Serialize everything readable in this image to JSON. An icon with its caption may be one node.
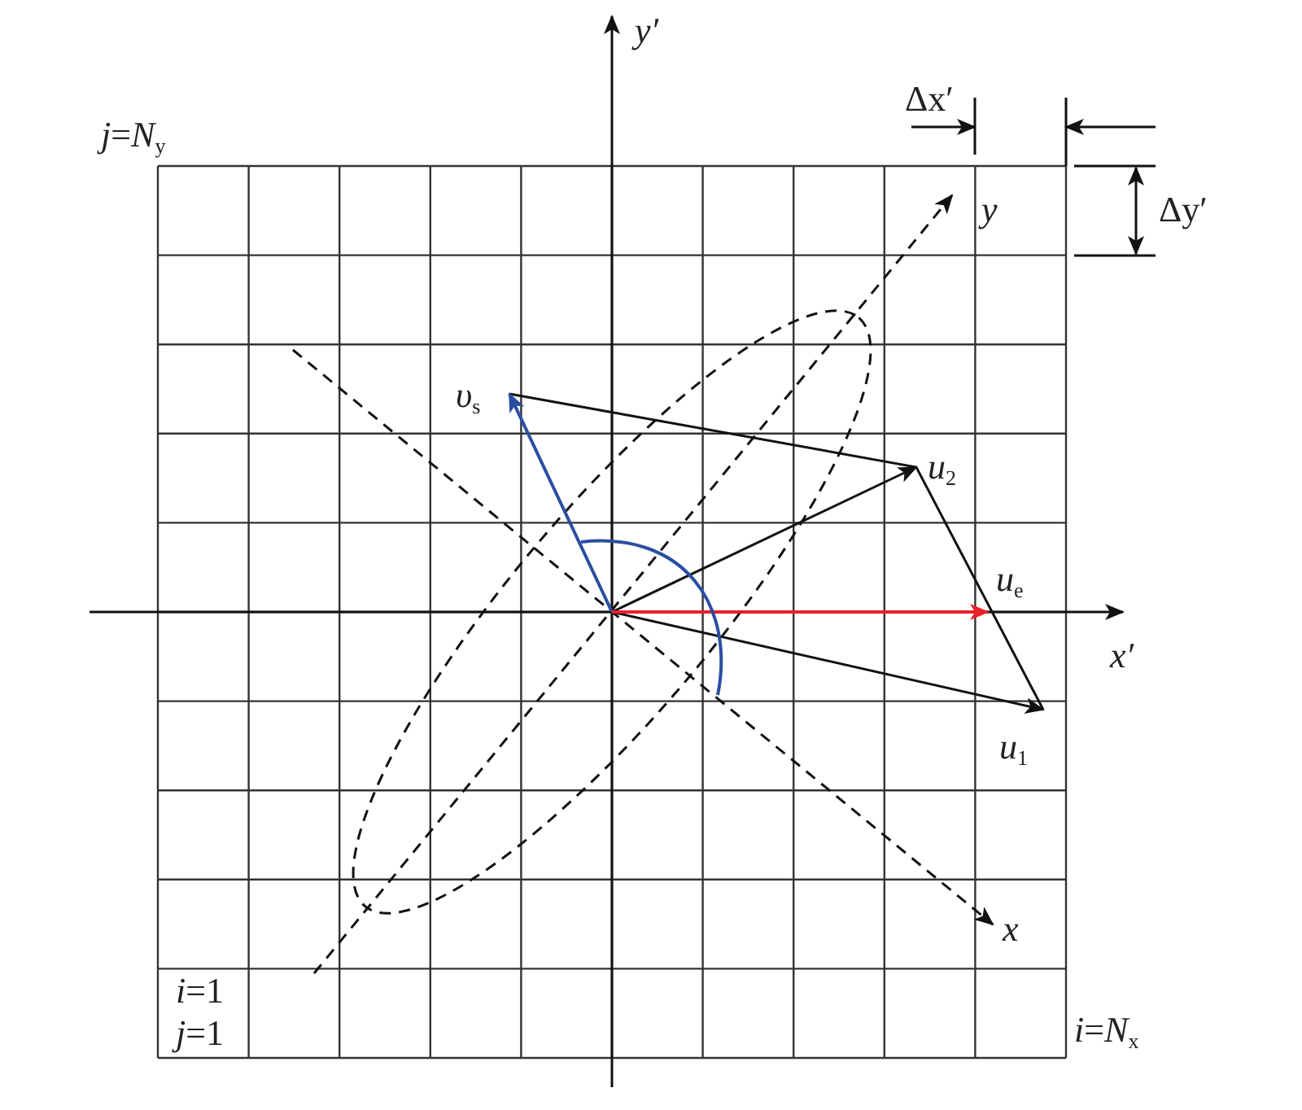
{
  "diagram": {
    "labels": [
      "y′",
      "*j*=*N*$_{y}$",
      "Δx′",
      "Δy′",
      "y",
      "*υ*$_{s}$",
      "*u*$_{2}$",
      "*u*$_{e}$",
      "x′",
      "*u*$_{1}$",
      "x",
      "*i*=1",
      "*j*=1",
      "*i*=*N*$_{x}$"
    ]
  }
}
